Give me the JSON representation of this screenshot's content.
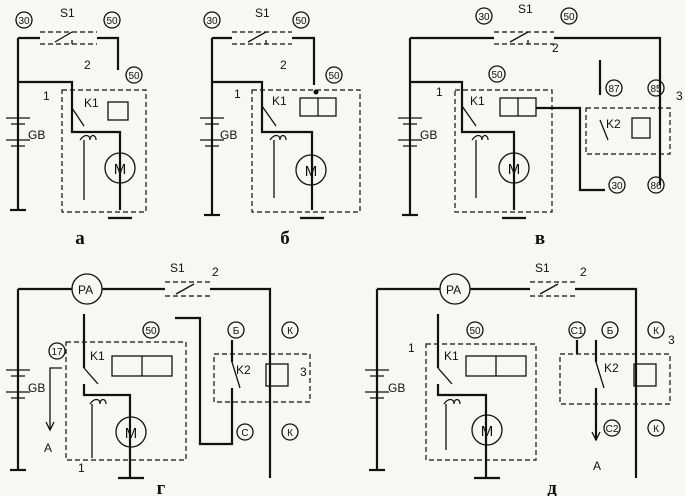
{
  "panels": [
    {
      "id": "a",
      "caption": "а",
      "s1": "S1",
      "terminals": [
        "30",
        "50"
      ],
      "labels": [
        "1",
        "2"
      ],
      "k1": "K1",
      "battery": "GB",
      "motor": "M"
    },
    {
      "id": "b",
      "caption": "б",
      "s1": "S1",
      "terminals": [
        "30",
        "50"
      ],
      "labels": [
        "1",
        "2"
      ],
      "k1": "K1",
      "battery": "GB",
      "motor": "M"
    },
    {
      "id": "v",
      "caption": "в",
      "s1": "S1",
      "terminals": [
        "30",
        "50",
        "50",
        "87",
        "85",
        "30",
        "86"
      ],
      "labels": [
        "1",
        "2",
        "3"
      ],
      "k1": "K1",
      "k2": "K2",
      "battery": "GB",
      "motor": "M"
    },
    {
      "id": "g",
      "caption": "г",
      "s1": "S1",
      "pa": "PA",
      "terminals": [
        "17",
        "50",
        "Б",
        "К",
        "С",
        "К"
      ],
      "labels": [
        "1",
        "2",
        "3"
      ],
      "k1": "K1",
      "k2": "K2",
      "battery": "GB",
      "motor": "M",
      "arrow": "A"
    },
    {
      "id": "d",
      "caption": "д",
      "s1": "S1",
      "pa": "PA",
      "terminals": [
        "50",
        "C1",
        "Б",
        "К",
        "C2",
        "К"
      ],
      "labels": [
        "1",
        "2",
        "3"
      ],
      "k1": "K1",
      "k2": "K2",
      "battery": "GB",
      "motor": "M",
      "arrow": "A"
    }
  ]
}
